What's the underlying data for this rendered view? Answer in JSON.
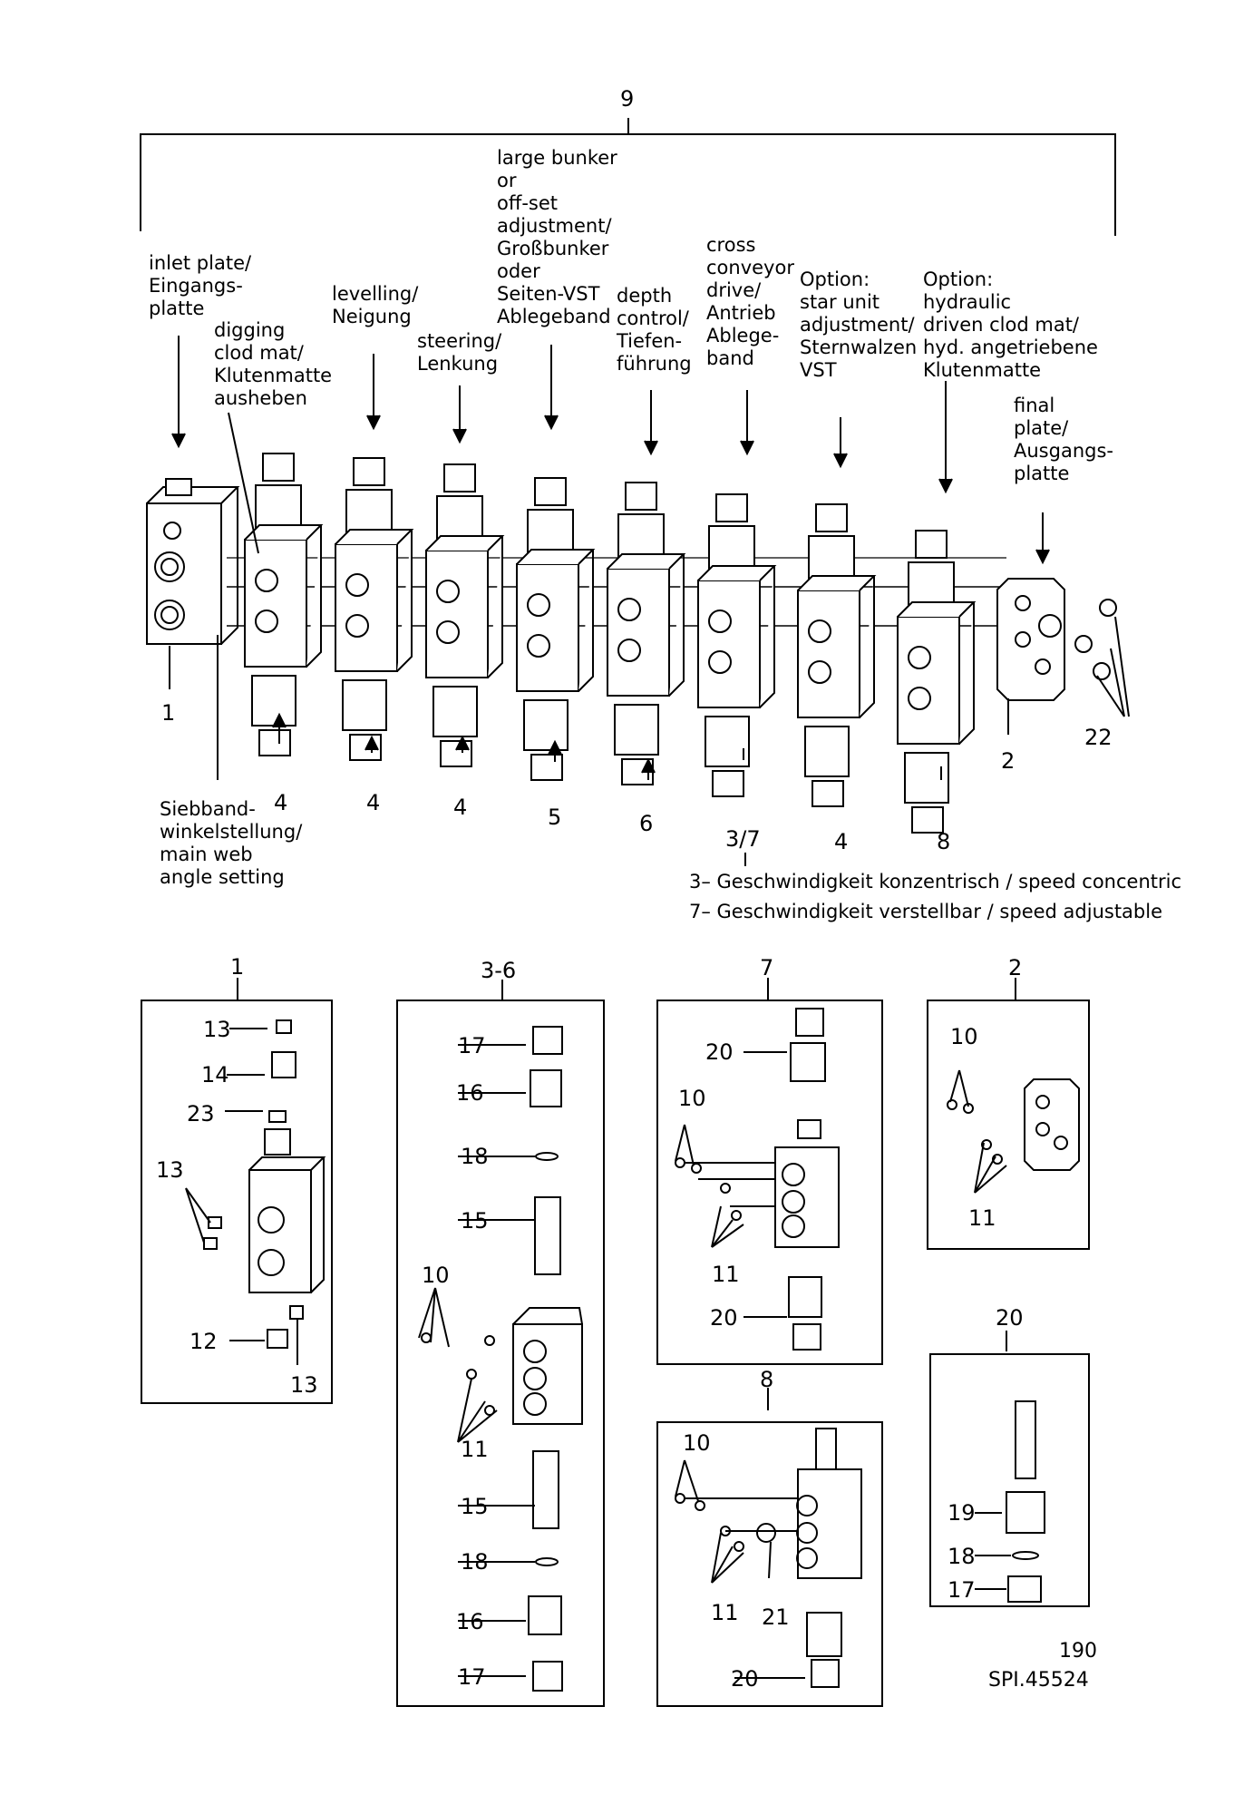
{
  "top": {
    "group_number": "9",
    "labels": {
      "inlet": [
        "inlet plate/",
        "Eingangs-",
        "platte"
      ],
      "digging": [
        "digging",
        "clod mat/",
        "Klutenmatte",
        "ausheben"
      ],
      "levelling": [
        "levelling/",
        "Neigung"
      ],
      "steering": [
        "steering/",
        "Lenkung"
      ],
      "bunker": [
        "large bunker",
        "or",
        "off-set",
        "adjustment/",
        "Großbunker",
        "oder",
        "Seiten-VST",
        "Ablegeband"
      ],
      "depth": [
        "depth",
        "control/",
        "Tiefen-",
        "führung"
      ],
      "cross": [
        "cross",
        "conveyor",
        "drive/",
        "Antrieb",
        "Ablege-",
        "band"
      ],
      "star": [
        "Option:",
        "star unit",
        "adjustment/",
        "Sternwalzen",
        "VST"
      ],
      "hydraulic": [
        "Option:",
        "hydraulic",
        "driven clod mat/",
        "hyd. angetriebene",
        "Klutenmatte"
      ],
      "final": [
        "final",
        "plate/",
        "Ausgangs-",
        "platte"
      ],
      "siebband": [
        "Siebband-",
        "winkelstellung/",
        "main web",
        "angle setting"
      ]
    },
    "numbers": {
      "n1": "1",
      "n4a": "4",
      "n4b": "4",
      "n4c": "4",
      "n5": "5",
      "n6": "6",
      "n37": "3/7",
      "n4d": "4",
      "n8": "8",
      "n2": "2",
      "n22": "22"
    },
    "legend": {
      "l3": "3– Geschwindigkeit konzentrisch / speed concentric",
      "l7": "7– Geschwindigkeit verstellbar / speed adjustable"
    }
  },
  "details": {
    "d1": {
      "title": "1",
      "parts": [
        "13",
        "14",
        "23",
        "13",
        "12",
        "13"
      ]
    },
    "d36": {
      "title": "3-6",
      "parts": [
        "17",
        "16",
        "18",
        "15",
        "10",
        "11",
        "15",
        "18",
        "16",
        "17"
      ]
    },
    "d7": {
      "title": "7",
      "parts": [
        "20",
        "10",
        "11",
        "20"
      ]
    },
    "d2": {
      "title": "2",
      "parts": [
        "10",
        "11"
      ]
    },
    "d8": {
      "title": "8",
      "parts": [
        "10",
        "11",
        "21",
        "20"
      ]
    },
    "d20": {
      "title": "20",
      "parts": [
        "19",
        "18",
        "17"
      ]
    }
  },
  "footer": {
    "page": "190",
    "ref": "SPI.45524"
  }
}
